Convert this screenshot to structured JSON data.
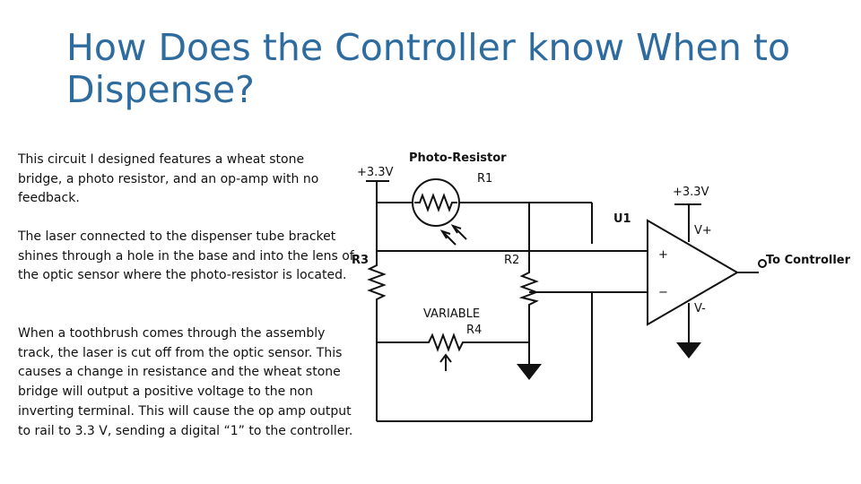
{
  "slide": {
    "title": "How Does the Controller know When to Dispense?",
    "paragraphs": [
      "This circuit I designed features a wheat stone bridge, a photo resistor, and an op-amp with no feedback.",
      "The laser connected to the dispenser tube bracket shines through a hole in the base and into the lens of the optic sensor where the photo-resistor is located.",
      "When a toothbrush comes through the assembly track, the laser is cut off from the optic sensor. This causes a change in resistance and the wheat stone bridge will output a positive voltage to the non inverting terminal. This will cause the op amp output to rail to 3.3 V, sending a digital “1” to the controller."
    ]
  },
  "circuit": {
    "supply_left": "+3.3V",
    "photo_resistor": "Photo-Resistor",
    "r1": "R1",
    "supply_right": "+3.3V",
    "u1": "U1",
    "vplus": "V+",
    "output": "To Controller",
    "r3": "R3",
    "r2": "R2",
    "variable": "VARIABLE",
    "r4": "R4",
    "vminus": "V-"
  }
}
